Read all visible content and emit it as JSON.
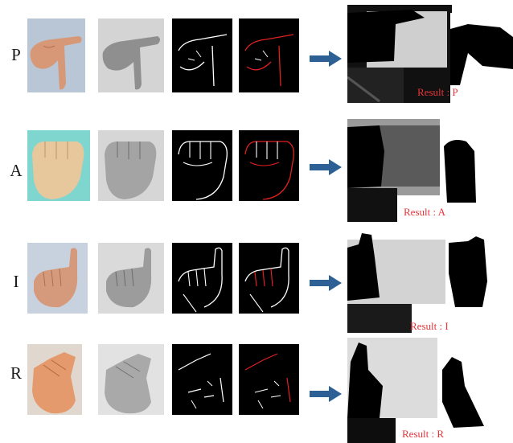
{
  "rows": [
    {
      "letter": "P",
      "result": "Result : P"
    },
    {
      "letter": "A",
      "result": "Result : A"
    },
    {
      "letter": "I",
      "result": "Result : I"
    },
    {
      "letter": "R",
      "result": "Result : R"
    }
  ],
  "colors": {
    "arrow": "#2d6196",
    "result_text": "#e8343a",
    "edge_red": "#e02020",
    "skin": "#e0a07a",
    "background_cyan": "#7fd6cf"
  }
}
